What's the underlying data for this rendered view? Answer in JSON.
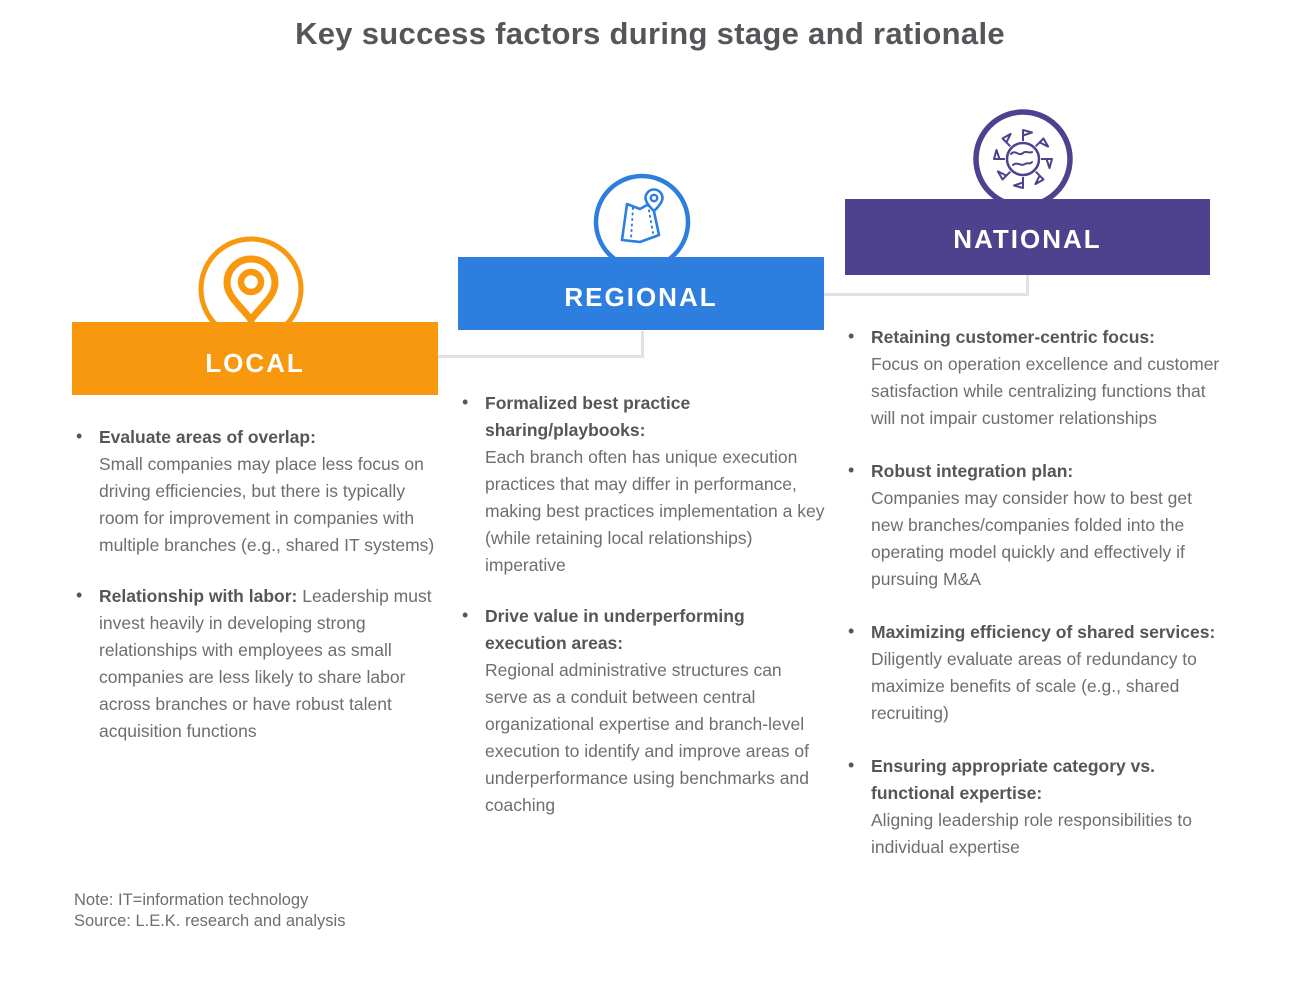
{
  "title": "Key success factors during stage and rationale",
  "colors": {
    "local_orange": "#F7980F",
    "regional_blue": "#2E7EE0",
    "national_purple": "#4E418D",
    "connector_gray": "#E2E2E2",
    "heading_text": "#54565A",
    "body_text": "#6D6E70",
    "background": "#FFFFFF"
  },
  "stages": [
    {
      "label": "LOCAL",
      "icon": "location-pin-icon",
      "bullets": [
        {
          "heading": "Evaluate areas of overlap:",
          "body": "Small companies may place less focus on driving efficiencies, but there is typically room for improvement in companies with multiple branches (e.g., shared IT systems)"
        },
        {
          "heading": "Relationship with labor:",
          "body": "Leadership must invest heavily in developing strong relationships with employees as small companies are less likely to share labor across branches or have robust talent acquisition functions"
        }
      ]
    },
    {
      "label": "REGIONAL",
      "icon": "map-icon",
      "bullets": [
        {
          "heading": "Formalized best practice sharing/playbooks:",
          "body": "Each branch often has unique execution practices that may differ in performance, making best practices implementation a key (while retaining local relationships) imperative"
        },
        {
          "heading": "Drive value in underperforming execution areas:",
          "body": "Regional administrative structures can serve as a conduit between central organizational expertise and branch-level execution to identify and improve areas of underperformance using benchmarks and coaching"
        }
      ]
    },
    {
      "label": "NATIONAL",
      "icon": "globe-flags-icon",
      "bullets": [
        {
          "heading": "Retaining customer-centric focus:",
          "body": "Focus on operation excellence and customer satisfaction while centralizing functions that will not impair customer relationships"
        },
        {
          "heading": "Robust integration plan:",
          "body": "Companies may consider how to best get new branches/companies folded into the operating model quickly and effectively if pursuing M&A"
        },
        {
          "heading": "Maximizing efficiency of shared services:",
          "body": "Diligently evaluate areas of redundancy to maximize benefits of scale (e.g., shared recruiting)"
        },
        {
          "heading": "Ensuring appropriate category vs. functional expertise:",
          "body": "Aligning leadership role responsibilities to individual expertise"
        }
      ]
    }
  ],
  "footnote": {
    "note": "Note: IT=information technology",
    "source": "Source: L.E.K. research and analysis"
  }
}
